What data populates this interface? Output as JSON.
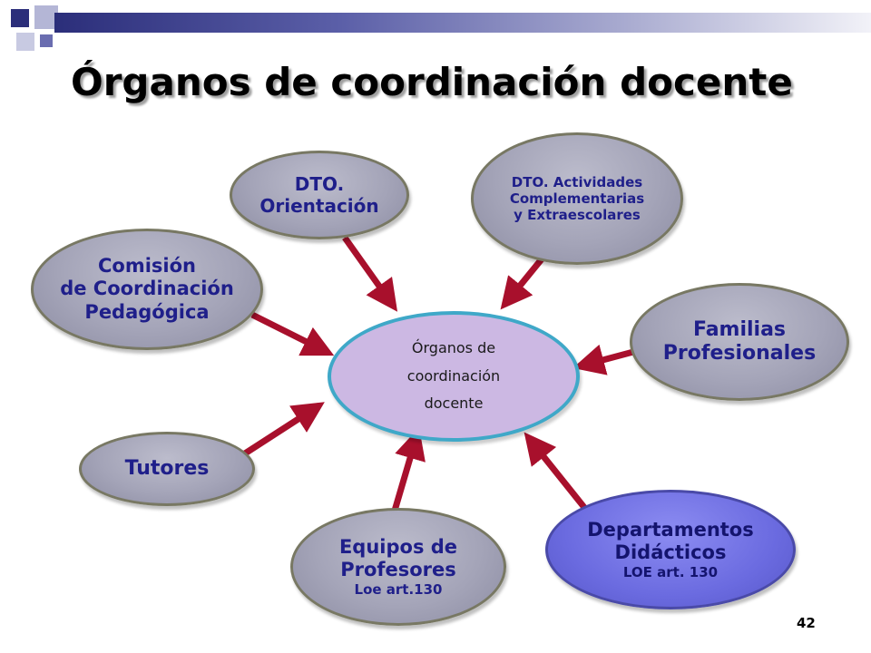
{
  "title": "Órganos de coordinación docente",
  "center": {
    "lines": [
      "Órganos de",
      "coordinación",
      "docente"
    ]
  },
  "nodes": {
    "orientacion": {
      "lines": [
        "DTO.",
        "Orientación"
      ]
    },
    "actividades": {
      "lines": [
        "DTO. Actividades",
        "Complementarias",
        "y Extraescolares"
      ]
    },
    "comision": {
      "lines": [
        "Comisión",
        "de Coordinación",
        "Pedagógica"
      ]
    },
    "familias": {
      "lines": [
        "Familias",
        "Profesionales"
      ]
    },
    "tutores": {
      "lines": [
        "Tutores"
      ]
    },
    "equipos": {
      "lines": [
        "Equipos de",
        "Profesores"
      ],
      "note": "Loe art.130"
    },
    "departamentos": {
      "lines": [
        "Departamentos",
        "Didácticos"
      ],
      "note": "LOE art. 130"
    }
  },
  "page_number": "42",
  "colors": {
    "arrow": "#a8102c",
    "node_grey": "#a4a4b8",
    "node_text": "#1f1f8a",
    "center_fill": "#ccb8e3",
    "center_border": "#3fa8c8",
    "dept_fill": "#6b6be0"
  }
}
